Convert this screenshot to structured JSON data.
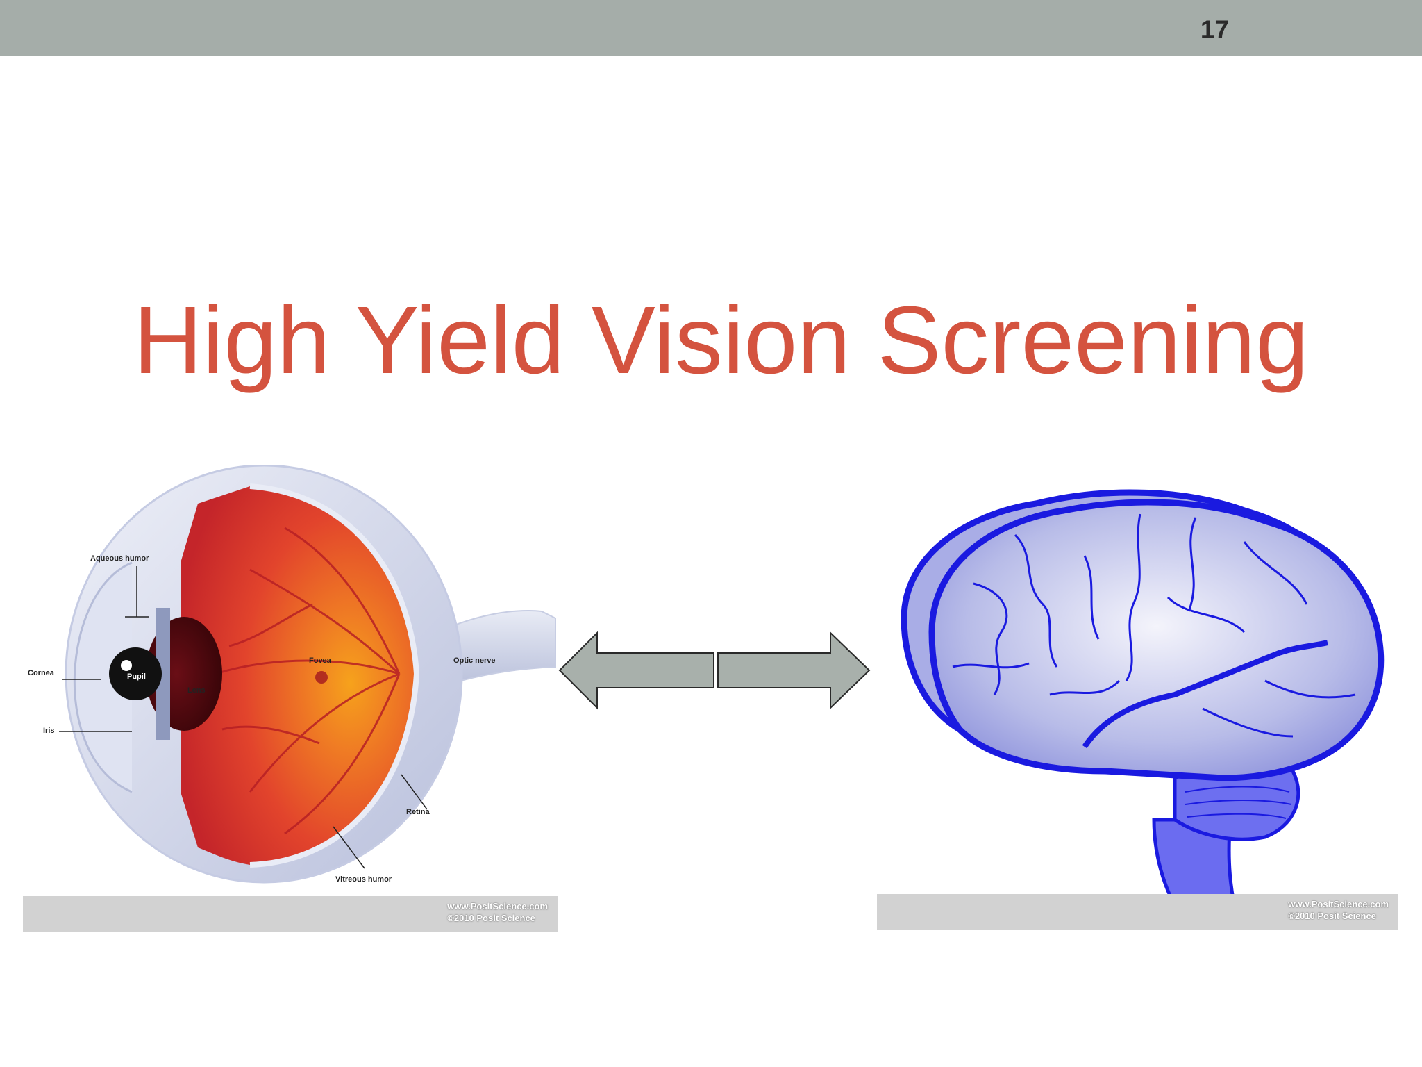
{
  "slide": {
    "page_number": "17",
    "title": "High Yield Vision Screening"
  },
  "colors": {
    "top_bar": "#a5ada9",
    "title": "#d4533f",
    "arrow_fill": "#a8b0ab",
    "brain_outline": "#1a1ae0",
    "eye_interior": "#e2442c"
  },
  "eye_diagram": {
    "labels": {
      "aqueous_humor": "Aqueous humor",
      "cornea": "Cornea",
      "pupil": "Pupil",
      "iris": "Iris",
      "lens": "Lens",
      "fovea": "Fovea",
      "optic_nerve": "Optic nerve",
      "retina": "Retina",
      "vitreous_humor": "Vitreous humor"
    },
    "credit_line1": "www.PositScience.com",
    "credit_line2": "©2010 Posit Science"
  },
  "brain_diagram": {
    "credit_line1": "www.PositScience.com",
    "credit_line2": "©2010 Posit Science"
  },
  "connector": {
    "icon": "double-arrow-icon"
  }
}
